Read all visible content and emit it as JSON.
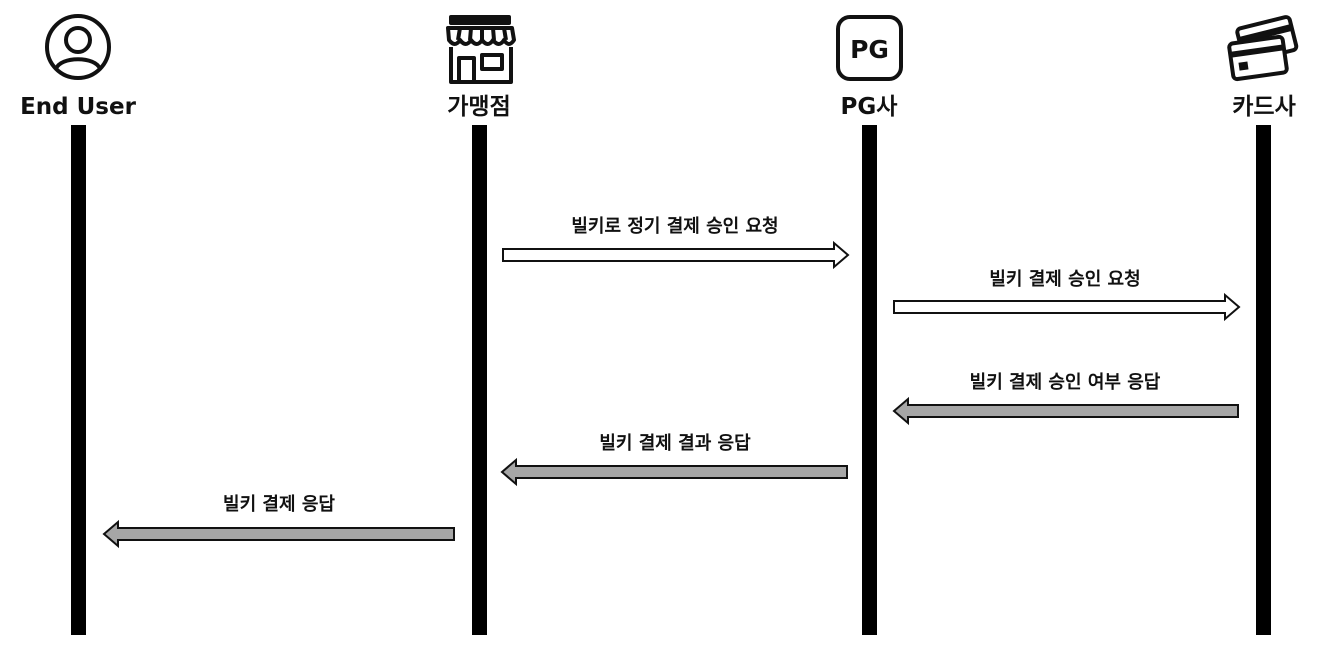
{
  "actors": [
    {
      "id": "end-user",
      "label": "End User",
      "icon": "user-circle-icon"
    },
    {
      "id": "merchant",
      "label": "가맹점",
      "icon": "storefront-icon"
    },
    {
      "id": "pg",
      "label": "PG사",
      "icon": "pg-badge-icon",
      "badge_text": "PG"
    },
    {
      "id": "card",
      "label": "카드사",
      "icon": "credit-cards-icon"
    }
  ],
  "messages": [
    {
      "label": "빌키로 정기 결제 승인 요청",
      "from": "merchant",
      "to": "pg",
      "kind": "request"
    },
    {
      "label": "빌키 결제 승인 요청",
      "from": "pg",
      "to": "card",
      "kind": "request"
    },
    {
      "label": "빌키 결제 승인 여부 응답",
      "from": "card",
      "to": "pg",
      "kind": "response"
    },
    {
      "label": "빌키 결제 결과 응답",
      "from": "pg",
      "to": "merchant",
      "kind": "response"
    },
    {
      "label": "빌키 결제 응답",
      "from": "merchant",
      "to": "end-user",
      "kind": "response"
    }
  ],
  "colors": {
    "lifeline": "#000000",
    "request_fill": "#ffffff",
    "response_fill": "#a6a6a6",
    "arrow_stroke": "#111111",
    "text": "#111111"
  }
}
